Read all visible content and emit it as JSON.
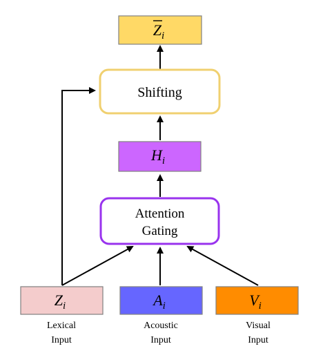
{
  "nodes": {
    "z_bar": {
      "symbol": "Z",
      "subscript": "i",
      "overbar": true,
      "fill": "#FFD966",
      "stroke": "#808080"
    },
    "shifting": {
      "label": "Shifting",
      "fill": "#FFFFFF",
      "stroke": "#F0D070"
    },
    "h": {
      "symbol": "H",
      "subscript": "i",
      "fill": "#CC66FF",
      "stroke": "#808080"
    },
    "attention_gating": {
      "line1": "Attention",
      "line2": "Gating",
      "fill": "#FFFFFF",
      "stroke": "#9933EE"
    },
    "z": {
      "symbol": "Z",
      "subscript": "i",
      "fill": "#F4CCCC",
      "stroke": "#808080"
    },
    "a": {
      "symbol": "A",
      "subscript": "i",
      "fill": "#6666FF",
      "stroke": "#808080"
    },
    "v": {
      "symbol": "V",
      "subscript": "i",
      "fill": "#FF8C00",
      "stroke": "#808080"
    }
  },
  "captions": {
    "lexical": {
      "line1": "Lexical",
      "line2": "Input"
    },
    "acoustic": {
      "line1": "Acoustic",
      "line2": "Input"
    },
    "visual": {
      "line1": "Visual",
      "line2": "Input"
    }
  },
  "colors": {
    "arrow": "#000000"
  }
}
